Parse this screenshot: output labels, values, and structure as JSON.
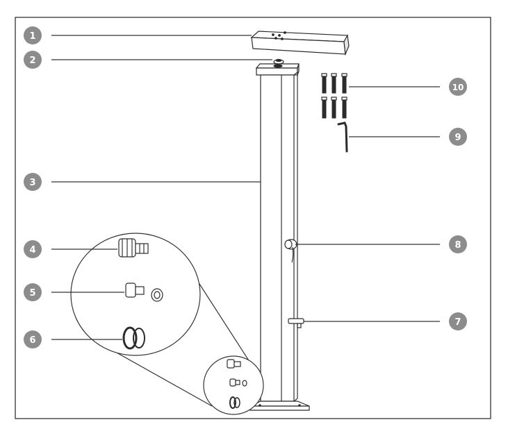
{
  "diagram": {
    "frame_color": "#333333",
    "badge_color": "#8c8c8c",
    "labels": [
      {
        "id": "1",
        "text": "1"
      },
      {
        "id": "2",
        "text": "2"
      },
      {
        "id": "3",
        "text": "3"
      },
      {
        "id": "4",
        "text": "4"
      },
      {
        "id": "5",
        "text": "5"
      },
      {
        "id": "6",
        "text": "6"
      },
      {
        "id": "7",
        "text": "7"
      },
      {
        "id": "8",
        "text": "8"
      },
      {
        "id": "9",
        "text": "9"
      },
      {
        "id": "10",
        "text": "10"
      }
    ]
  }
}
